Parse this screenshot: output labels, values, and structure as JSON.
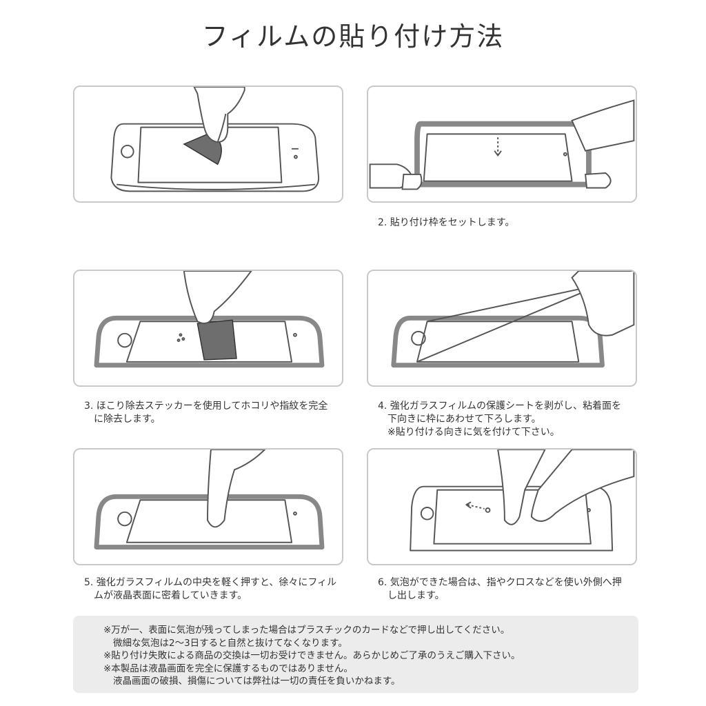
{
  "title": "フィルムの貼り付け方法",
  "steps": [
    {
      "caption": ""
    },
    {
      "caption": "2. 貼り付け枠をセットします。"
    },
    {
      "caption": "3. ほこり除去ステッカーを使用してホコリや指紋を完全",
      "caption2": "に除去します。"
    },
    {
      "caption": "4. 強化ガラスフィルムの保護シートを剥がし、粘着面を",
      "caption2": "下向きに枠にあわせて下ろします。",
      "caption3": "※貼り付ける向きに気を付けて下さい。"
    },
    {
      "caption": "5. 強化ガラスフィルムの中央を軽く押すと、徐々にフィル",
      "caption2": "ムが液晶表面に密着していきます。"
    },
    {
      "caption": "6. 気泡ができた場合は、指やクロスなどを使い外側へ押",
      "caption2": "し出します。"
    }
  ],
  "notes": [
    "※万が一、表面に気泡が残ってしまった場合はプラスチックのカードなどで押し出してください。",
    "微細な気泡は2〜3日すると自然と抜けてなくなります。",
    "※貼り付け失敗による商品の交換は一切お受けできません。あらかじめご了承のうえご購入下さい。",
    "※本製品は液晶画面を完全に保護するものではありません。",
    "液晶画面の破損、損傷については弊社は一切の責任を負いかねます。"
  ],
  "colors": {
    "panel_border": "#c9c9c9",
    "notes_bg": "#ececec",
    "sticker": "#6e6e6e",
    "outline": "#555555"
  }
}
